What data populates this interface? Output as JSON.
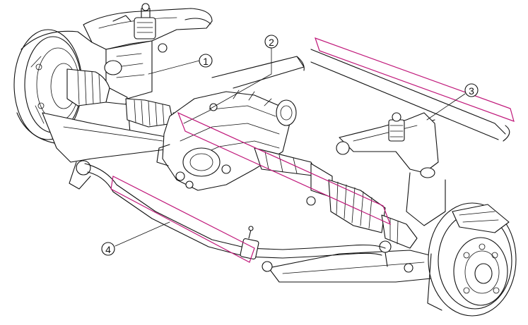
{
  "diagram": {
    "callouts": [
      {
        "id": "1",
        "label": "1"
      },
      {
        "id": "2",
        "label": "2"
      },
      {
        "id": "3",
        "label": "3"
      },
      {
        "id": "4",
        "label": "4"
      }
    ],
    "colors": {
      "line": "#111111",
      "highlight": "#c0187a",
      "background": "#ffffff"
    }
  }
}
